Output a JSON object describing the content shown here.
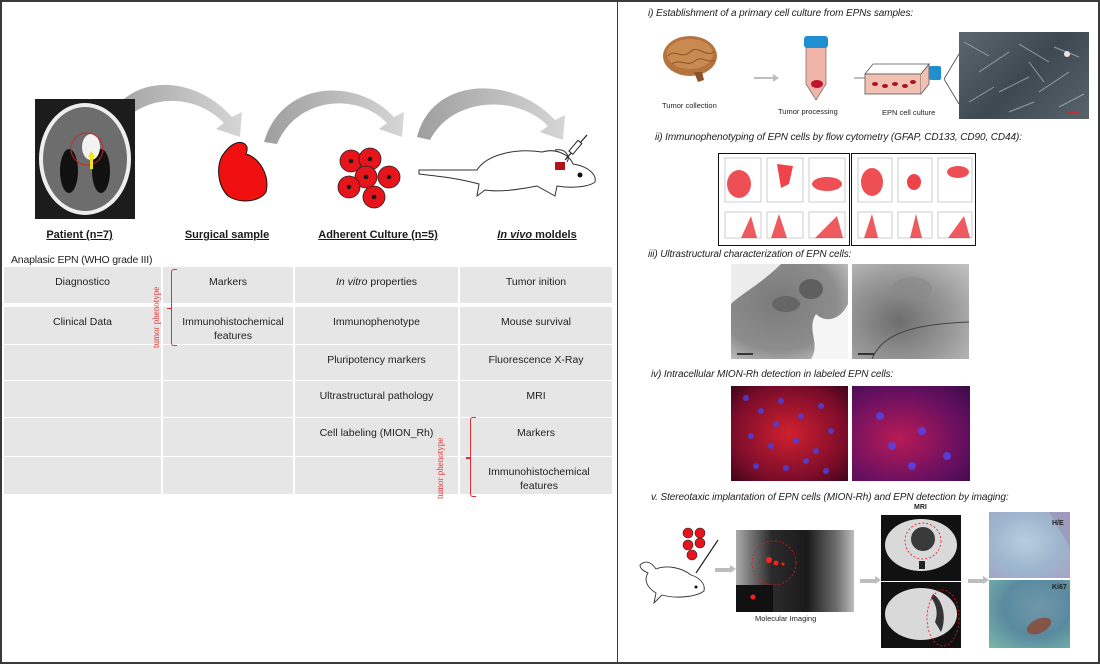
{
  "left": {
    "columns": [
      {
        "label": "Patient (n=7)"
      },
      {
        "label": "Surgical sample"
      },
      {
        "label": "Adherent Culture (n=5)"
      },
      {
        "label_italic": "In vivo",
        "label_rest": " moldels"
      }
    ],
    "subtitle": "Anaplasic EPN (WHO grade III)",
    "table": {
      "col1": [
        "Diagnostico",
        "Clinical Data",
        "",
        "",
        "",
        ""
      ],
      "col2": [
        "Markers",
        "Immunohistochemical features",
        "",
        "",
        "",
        ""
      ],
      "col3": [
        {
          "italic": "In vitro",
          "rest": " properties"
        },
        {
          "italic": "",
          "rest": "Immunophenotype"
        },
        {
          "italic": "",
          "rest": "Pluripotency markers"
        },
        {
          "italic": "",
          "rest": "Ultrastructural pathology"
        },
        {
          "italic": "",
          "rest": "Cell labeling (MION_Rh)"
        },
        {
          "italic": "",
          "rest": ""
        }
      ],
      "col4": [
        "Tumor inition",
        "Mouse survival",
        "Fluorescence X-Ray",
        "MRI",
        "Markers",
        "Immunohistochemical features"
      ]
    },
    "bracket_label": "tumor phenotype",
    "colors": {
      "accent_red": "#e8141b",
      "cell_bg": "#e6e6e6",
      "bracket": "#e03030",
      "arrow": "#bdbdbd"
    }
  },
  "right": {
    "sections": [
      {
        "title": "i) Establishment of a primary cell culture from EPNs samples:",
        "captions": [
          "Tumor collection",
          "Tumor processing",
          "EPN cell  culture"
        ]
      },
      {
        "title": "ii) Immunophenotyping of EPN cells by flow cytometry (GFAP, CD133, CD90, CD44):"
      },
      {
        "title": "iii) Ultrastructural characterization of EPN cells:"
      },
      {
        "title": "iv) Intracellular MION-Rh detection in labeled EPN cells:"
      },
      {
        "title": "v. Stereotaxic implantation of EPN cells (MION-Rh) and EPN detection by imaging:",
        "captions": [
          "Molecular Imaging",
          "MRI",
          "H/E",
          "Ki67"
        ]
      }
    ]
  }
}
